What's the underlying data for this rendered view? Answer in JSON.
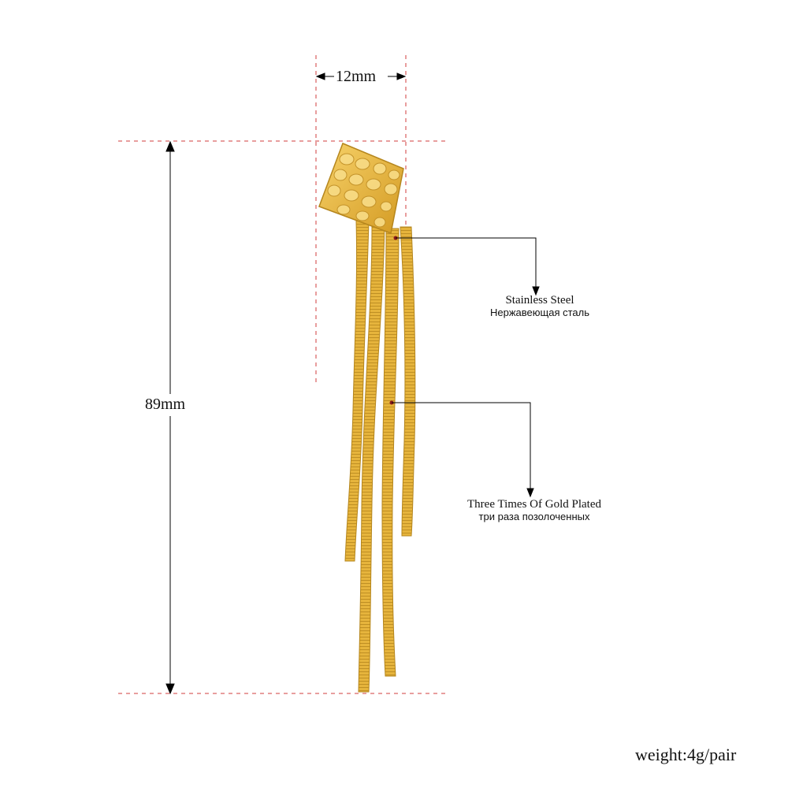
{
  "dimensions": {
    "width_label": "12mm",
    "height_label": "89mm"
  },
  "callouts": {
    "material": {
      "en": "Stainless Steel",
      "ru": "Нержавеющая сталь"
    },
    "plating": {
      "en": "Three Times Of Gold Plated",
      "ru": "три раза позолоченных"
    }
  },
  "weight": "weight:4g/pair",
  "colors": {
    "guide_red": "#d23c3c",
    "gold": "#e3b23a",
    "gold_dark": "#b8861f",
    "gold_light": "#f6d77a"
  }
}
